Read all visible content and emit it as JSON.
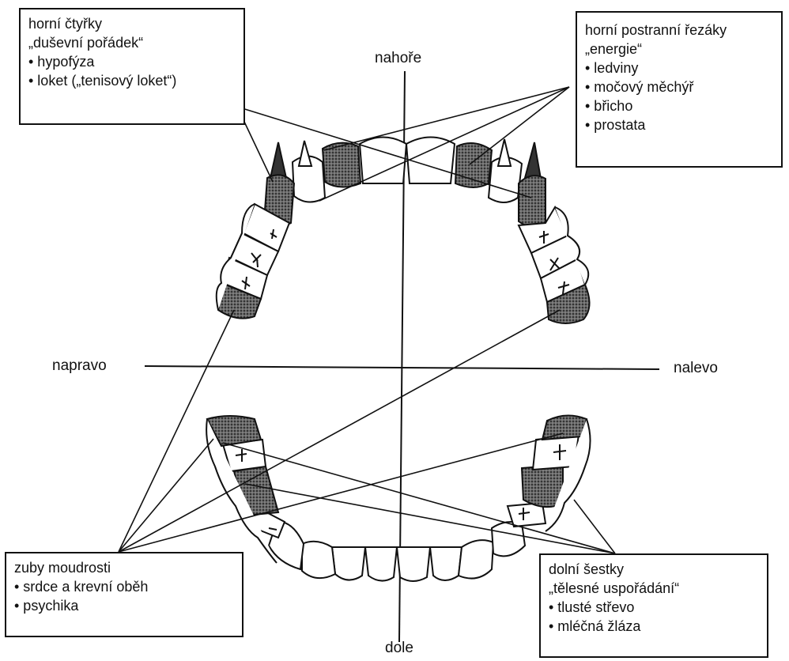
{
  "axes": {
    "top": "nahoře",
    "bottom": "dole",
    "left": "napravo",
    "right": "nalevo"
  },
  "boxes": {
    "upper_fours": {
      "title": "horní čtyřky",
      "subtitle": "„duševní pořádek“",
      "items": [
        "• hypofýza",
        "• loket („tenisový loket“)"
      ]
    },
    "upper_lateral_incisors": {
      "title": "horní postranní řezáky",
      "subtitle": "„energie“",
      "items": [
        "• ledviny",
        "• močový měchýř",
        "• břicho",
        "• prostata"
      ]
    },
    "wisdom_teeth": {
      "title": "zuby moudrosti",
      "items": [
        "• srdce a krevní oběh",
        "• psychika"
      ]
    },
    "lower_sixes": {
      "title": "dolní šestky",
      "subtitle": "„tělesné uspořádání“",
      "items": [
        "• tlusté střevo",
        "• mléčná žláza"
      ]
    }
  },
  "colors": {
    "ink": "#111111",
    "shaded_tooth": "#3a3a3a",
    "paper": "#ffffff"
  }
}
